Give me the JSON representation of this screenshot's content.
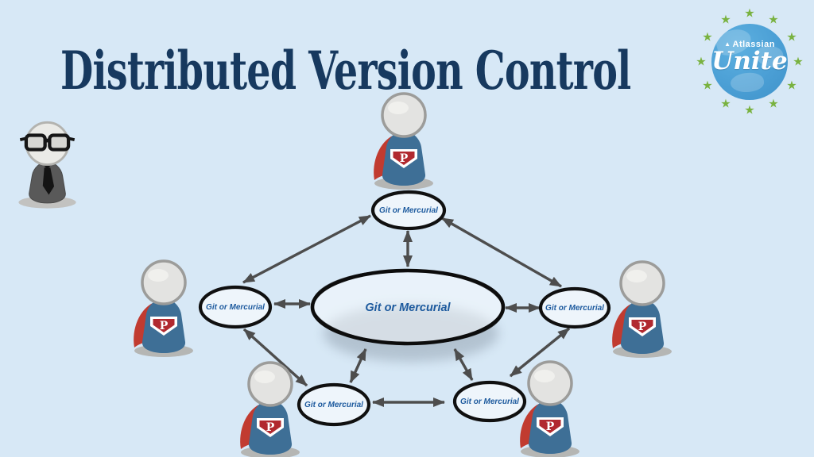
{
  "slide": {
    "title": "Distributed Version Control"
  },
  "logo": {
    "brand": "Atlassian",
    "product": "Unite",
    "star_glyph": "★",
    "mark_glyph": "▲",
    "star_count": 12
  },
  "diagram": {
    "hub": {
      "label": "Git or Mercurial"
    },
    "nodes": [
      {
        "id": "top",
        "label": "Git or Mercurial"
      },
      {
        "id": "left",
        "label": "Git or Mercurial"
      },
      {
        "id": "right",
        "label": "Git or Mercurial"
      },
      {
        "id": "bottom-left",
        "label": "Git or Mercurial"
      },
      {
        "id": "bottom-right",
        "label": "Git or Mercurial"
      }
    ]
  },
  "figures": {
    "hero_emblem": "P",
    "hero_count": 5
  },
  "colors": {
    "background": "#d7e8f6",
    "title_text": "#17395f",
    "node_label": "#1d5a9e",
    "node_outline": "#101010",
    "arrow": "#4d4d4d",
    "hero_body": "#3e6f96",
    "hero_cape": "#c13b30",
    "hero_shield": "#b1292f",
    "globe_blue": "#4b9fd5",
    "star_green": "#79b240"
  }
}
